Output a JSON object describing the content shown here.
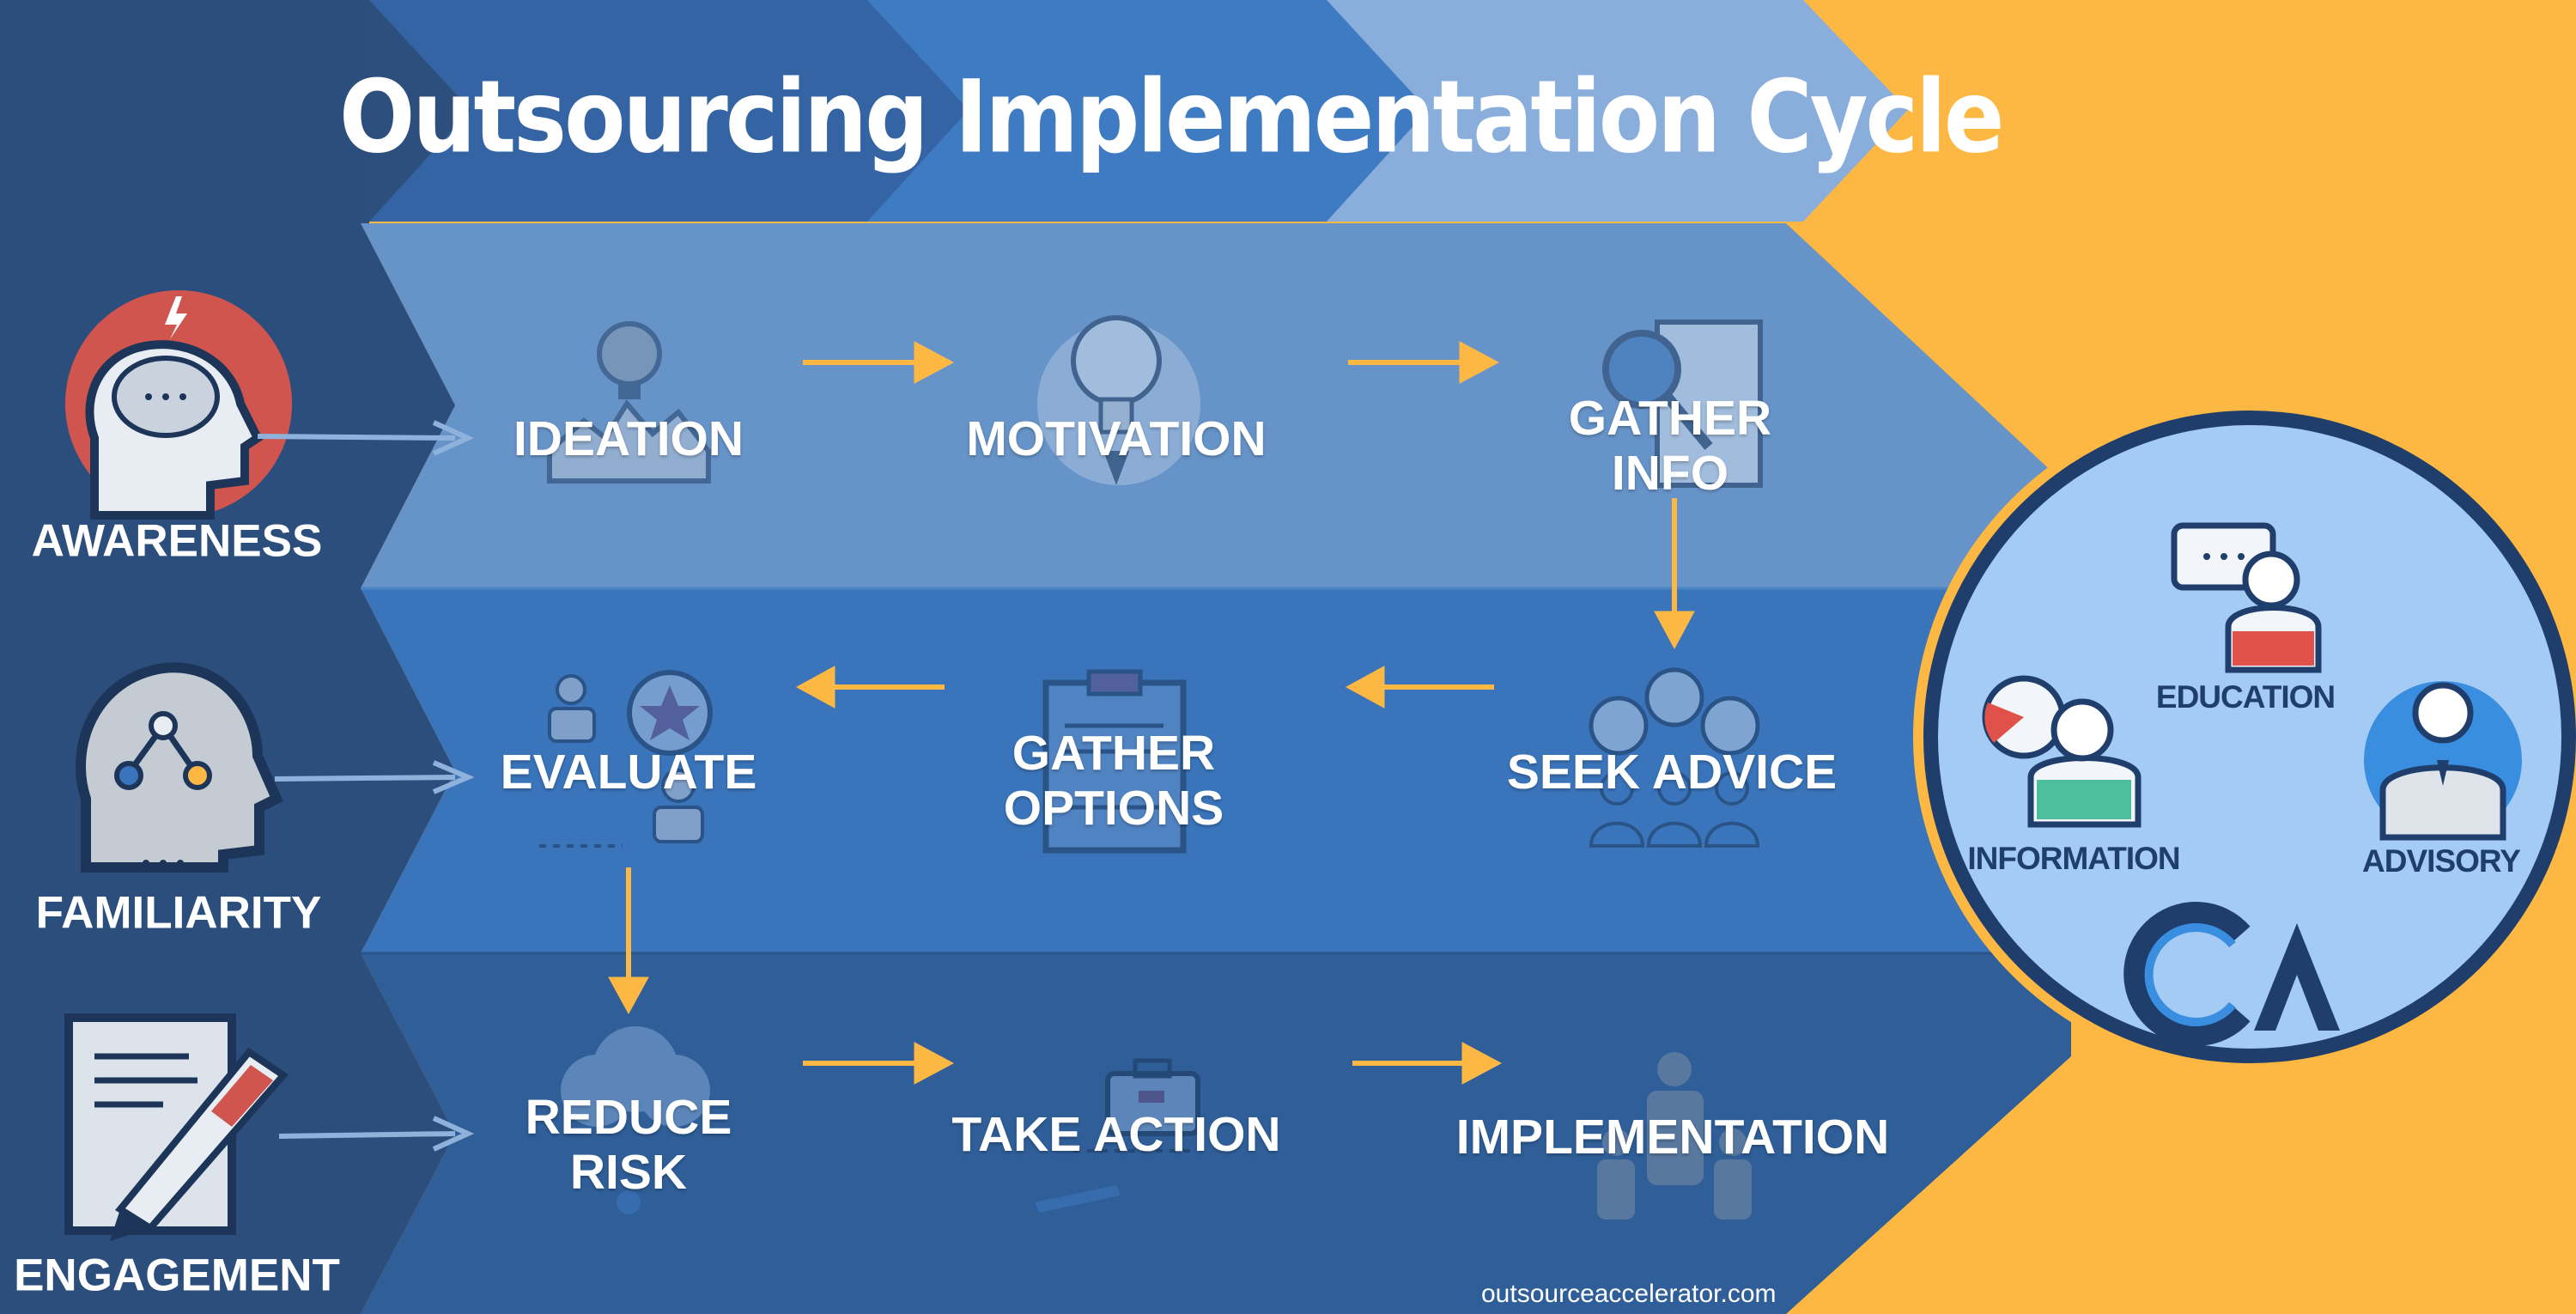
{
  "title": "Outsourcing Implementation Cycle",
  "colors": {
    "navy": "#2d4e7c",
    "accent_yellow": "#fdb844",
    "row1": "#6693c8",
    "row2": "#3a74ba",
    "row3": "#2f5e98",
    "circle_fill": "#a4cbf4",
    "awareness_red": "#d0554e"
  },
  "phases": [
    {
      "label": "AWARENESS",
      "icon": "brain-head-icon"
    },
    {
      "label": "FAMILIARITY",
      "icon": "network-head-icon"
    },
    {
      "label": "ENGAGEMENT",
      "icon": "contract-pen-icon"
    }
  ],
  "steps": {
    "row1": [
      {
        "label": "IDEATION",
        "icon": "lightbulb-icon"
      },
      {
        "label": "MOTIVATION",
        "icon": "lightbulb-icon"
      },
      {
        "label": "GATHER\nINFO",
        "icon": "magnifier-document-icon"
      }
    ],
    "row2": [
      {
        "label": "EVALUATE",
        "icon": "people-star-icon"
      },
      {
        "label": "GATHER\nOPTIONS",
        "icon": "clipboard-icon"
      },
      {
        "label": "SEEK ADVICE",
        "icon": "group-chat-icon"
      }
    ],
    "row3": [
      {
        "label": "REDUCE\nRISK",
        "icon": "cloud-icon"
      },
      {
        "label": "TAKE ACTION",
        "icon": "briefcase-plane-icon"
      },
      {
        "label": "IMPLEMENTATION",
        "icon": "family-icon"
      }
    ]
  },
  "circle": {
    "items": [
      {
        "label": "EDUCATION",
        "icon": "chat-person-icon"
      },
      {
        "label": "INFORMATION",
        "icon": "pie-person-icon"
      },
      {
        "label": "ADVISORY",
        "icon": "businessman-icon"
      }
    ],
    "logo": "CA"
  },
  "footer": "outsourceaccelerator.com"
}
